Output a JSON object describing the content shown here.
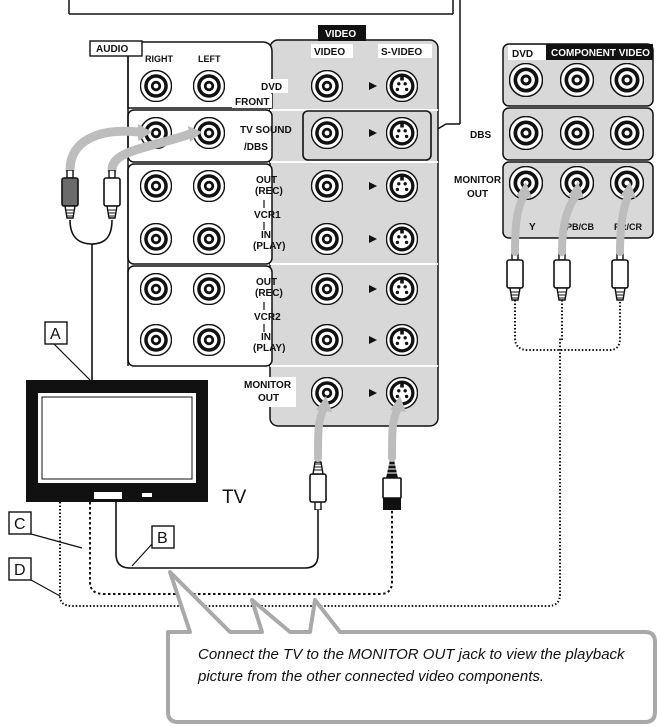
{
  "header": {
    "audio": "AUDIO",
    "video": "VIDEO"
  },
  "audio_cols": {
    "right": "RIGHT",
    "left": "LEFT"
  },
  "video_cols": {
    "video": "VIDEO",
    "svideo": "S-VIDEO"
  },
  "rows": {
    "dvd": "DVD",
    "front": "FRONT",
    "tv_sound_1": "TV SOUND",
    "tv_sound_2": "/DBS",
    "vcr1_out_1": "OUT",
    "vcr1_out_2": "(REC)",
    "vcr1": "VCR1",
    "vcr1_in_1": "IN",
    "vcr1_in_2": "(PLAY)",
    "vcr2_out_1": "OUT",
    "vcr2_out_2": "(REC)",
    "vcr2": "VCR2",
    "vcr2_in_1": "IN",
    "vcr2_in_2": "(PLAY)",
    "monitor_out_1": "MONITOR",
    "monitor_out_2": "OUT"
  },
  "component": {
    "dvd": "DVD",
    "title": "COMPONENT VIDEO",
    "dbs": "DBS",
    "monitor_1": "MONITOR",
    "monitor_2": "OUT",
    "y": "Y",
    "pb": "PB/CB",
    "pr": "PR/CR"
  },
  "markers": {
    "a": "A",
    "b": "B",
    "c": "C",
    "d": "D"
  },
  "tv_label": "TV",
  "callout": "Connect the TV to the MONITOR OUT jack to view the playback picture from the other connected video components."
}
